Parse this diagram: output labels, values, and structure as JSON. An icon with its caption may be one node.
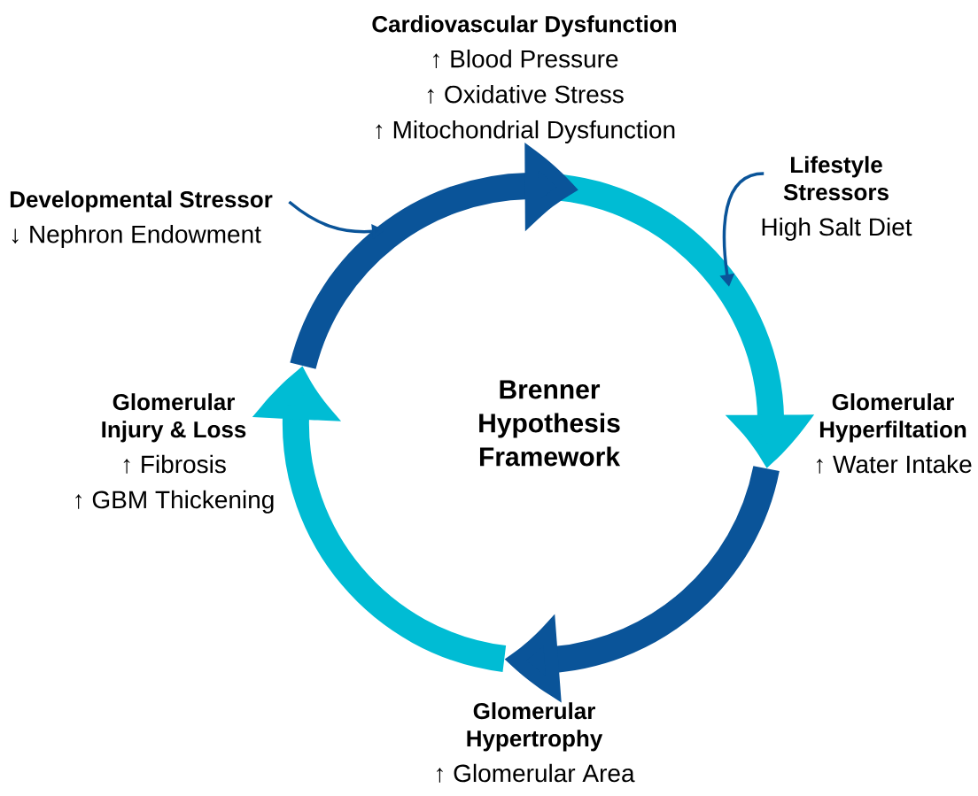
{
  "diagram": {
    "title": "Brenner Hypothesis Framework",
    "nodes": [
      {
        "text": [
          "Cardiovascular Dysfunction",
          "↑ Blood Pressure",
          "↑ Oxidative Stress",
          "↑ Mitochondrial Dysfunction"
        ]
      },
      {
        "text": [
          "Lifestyle Stressors",
          "High Salt Diet"
        ]
      },
      {
        "text": [
          "Glomerular Hyperfiltation",
          "↑ Water Intake"
        ]
      },
      {
        "text": [
          "Glomerular Hypertrophy",
          "↑ Glomerular Area"
        ]
      },
      {
        "text": [
          "Glomerular Injury & Loss",
          "↑ Fibrosis",
          "↑ GBM Thickening"
        ]
      },
      {
        "text": [
          "Developmental Stressor",
          "↓ Nephron Endowment"
        ]
      }
    ],
    "edges": [
      {
        "from": 4,
        "to": 0,
        "arrow": "to",
        "color": "#0a5499"
      },
      {
        "from": 0,
        "to": 2,
        "arrow": "to",
        "color": "#00bcd4"
      },
      {
        "from": 2,
        "to": 3,
        "arrow": "to",
        "color": "#0a5499"
      },
      {
        "from": 3,
        "to": 4,
        "arrow": "to",
        "color": "#00bcd4"
      },
      {
        "from": 5,
        "to": null,
        "arrow": "to",
        "color": "#0a5499"
      },
      {
        "from": 1,
        "to": null,
        "arrow": "to",
        "color": "#0a5499"
      }
    ]
  }
}
